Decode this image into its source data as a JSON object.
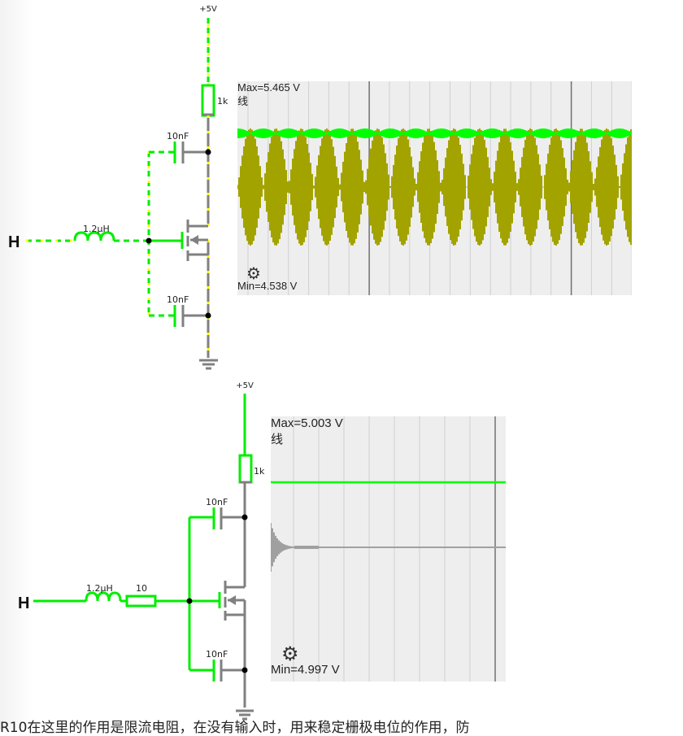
{
  "circuit1": {
    "supply_label": "+5V",
    "resistor_label": "1k",
    "cap_top_label": "10nF",
    "cap_bottom_label": "10nF",
    "inductor_label": "1.2µH",
    "input_label": "H",
    "wire_colors": {
      "active": "#00ee00",
      "dots": "#ffff00",
      "idle": "#808080"
    }
  },
  "scope1": {
    "max_label": "Max=5.465 V",
    "trace_label": "线",
    "min_label": "Min=4.538 V",
    "gear_icon": "gear-icon",
    "colors": {
      "background": "#eeeeee",
      "trace_voltage": "#00ff00",
      "trace_current": "#a3a300",
      "grid": "#d0d0d0",
      "grid_major": "#707070"
    }
  },
  "circuit2": {
    "supply_label": "+5V",
    "resistor_label": "1k",
    "cap_top_label": "10nF",
    "cap_bottom_label": "10nF",
    "inductor_label": "1.2µH",
    "gate_resistor_label": "10",
    "input_label": "H"
  },
  "scope2": {
    "max_label": "Max=5.003 V",
    "trace_label": "线",
    "min_label": "Min=4.997 V",
    "gear_icon": "gear-icon",
    "colors": {
      "background": "#eeeeee",
      "trace_voltage": "#00ff00",
      "trace_current": "#a0a0a0",
      "grid": "#d0d0d0",
      "grid_major": "#707070"
    }
  },
  "bottom_text": "R10在这里的作用是限流电阻，在没有输入时，用来稳定栅极电位的作用，防"
}
